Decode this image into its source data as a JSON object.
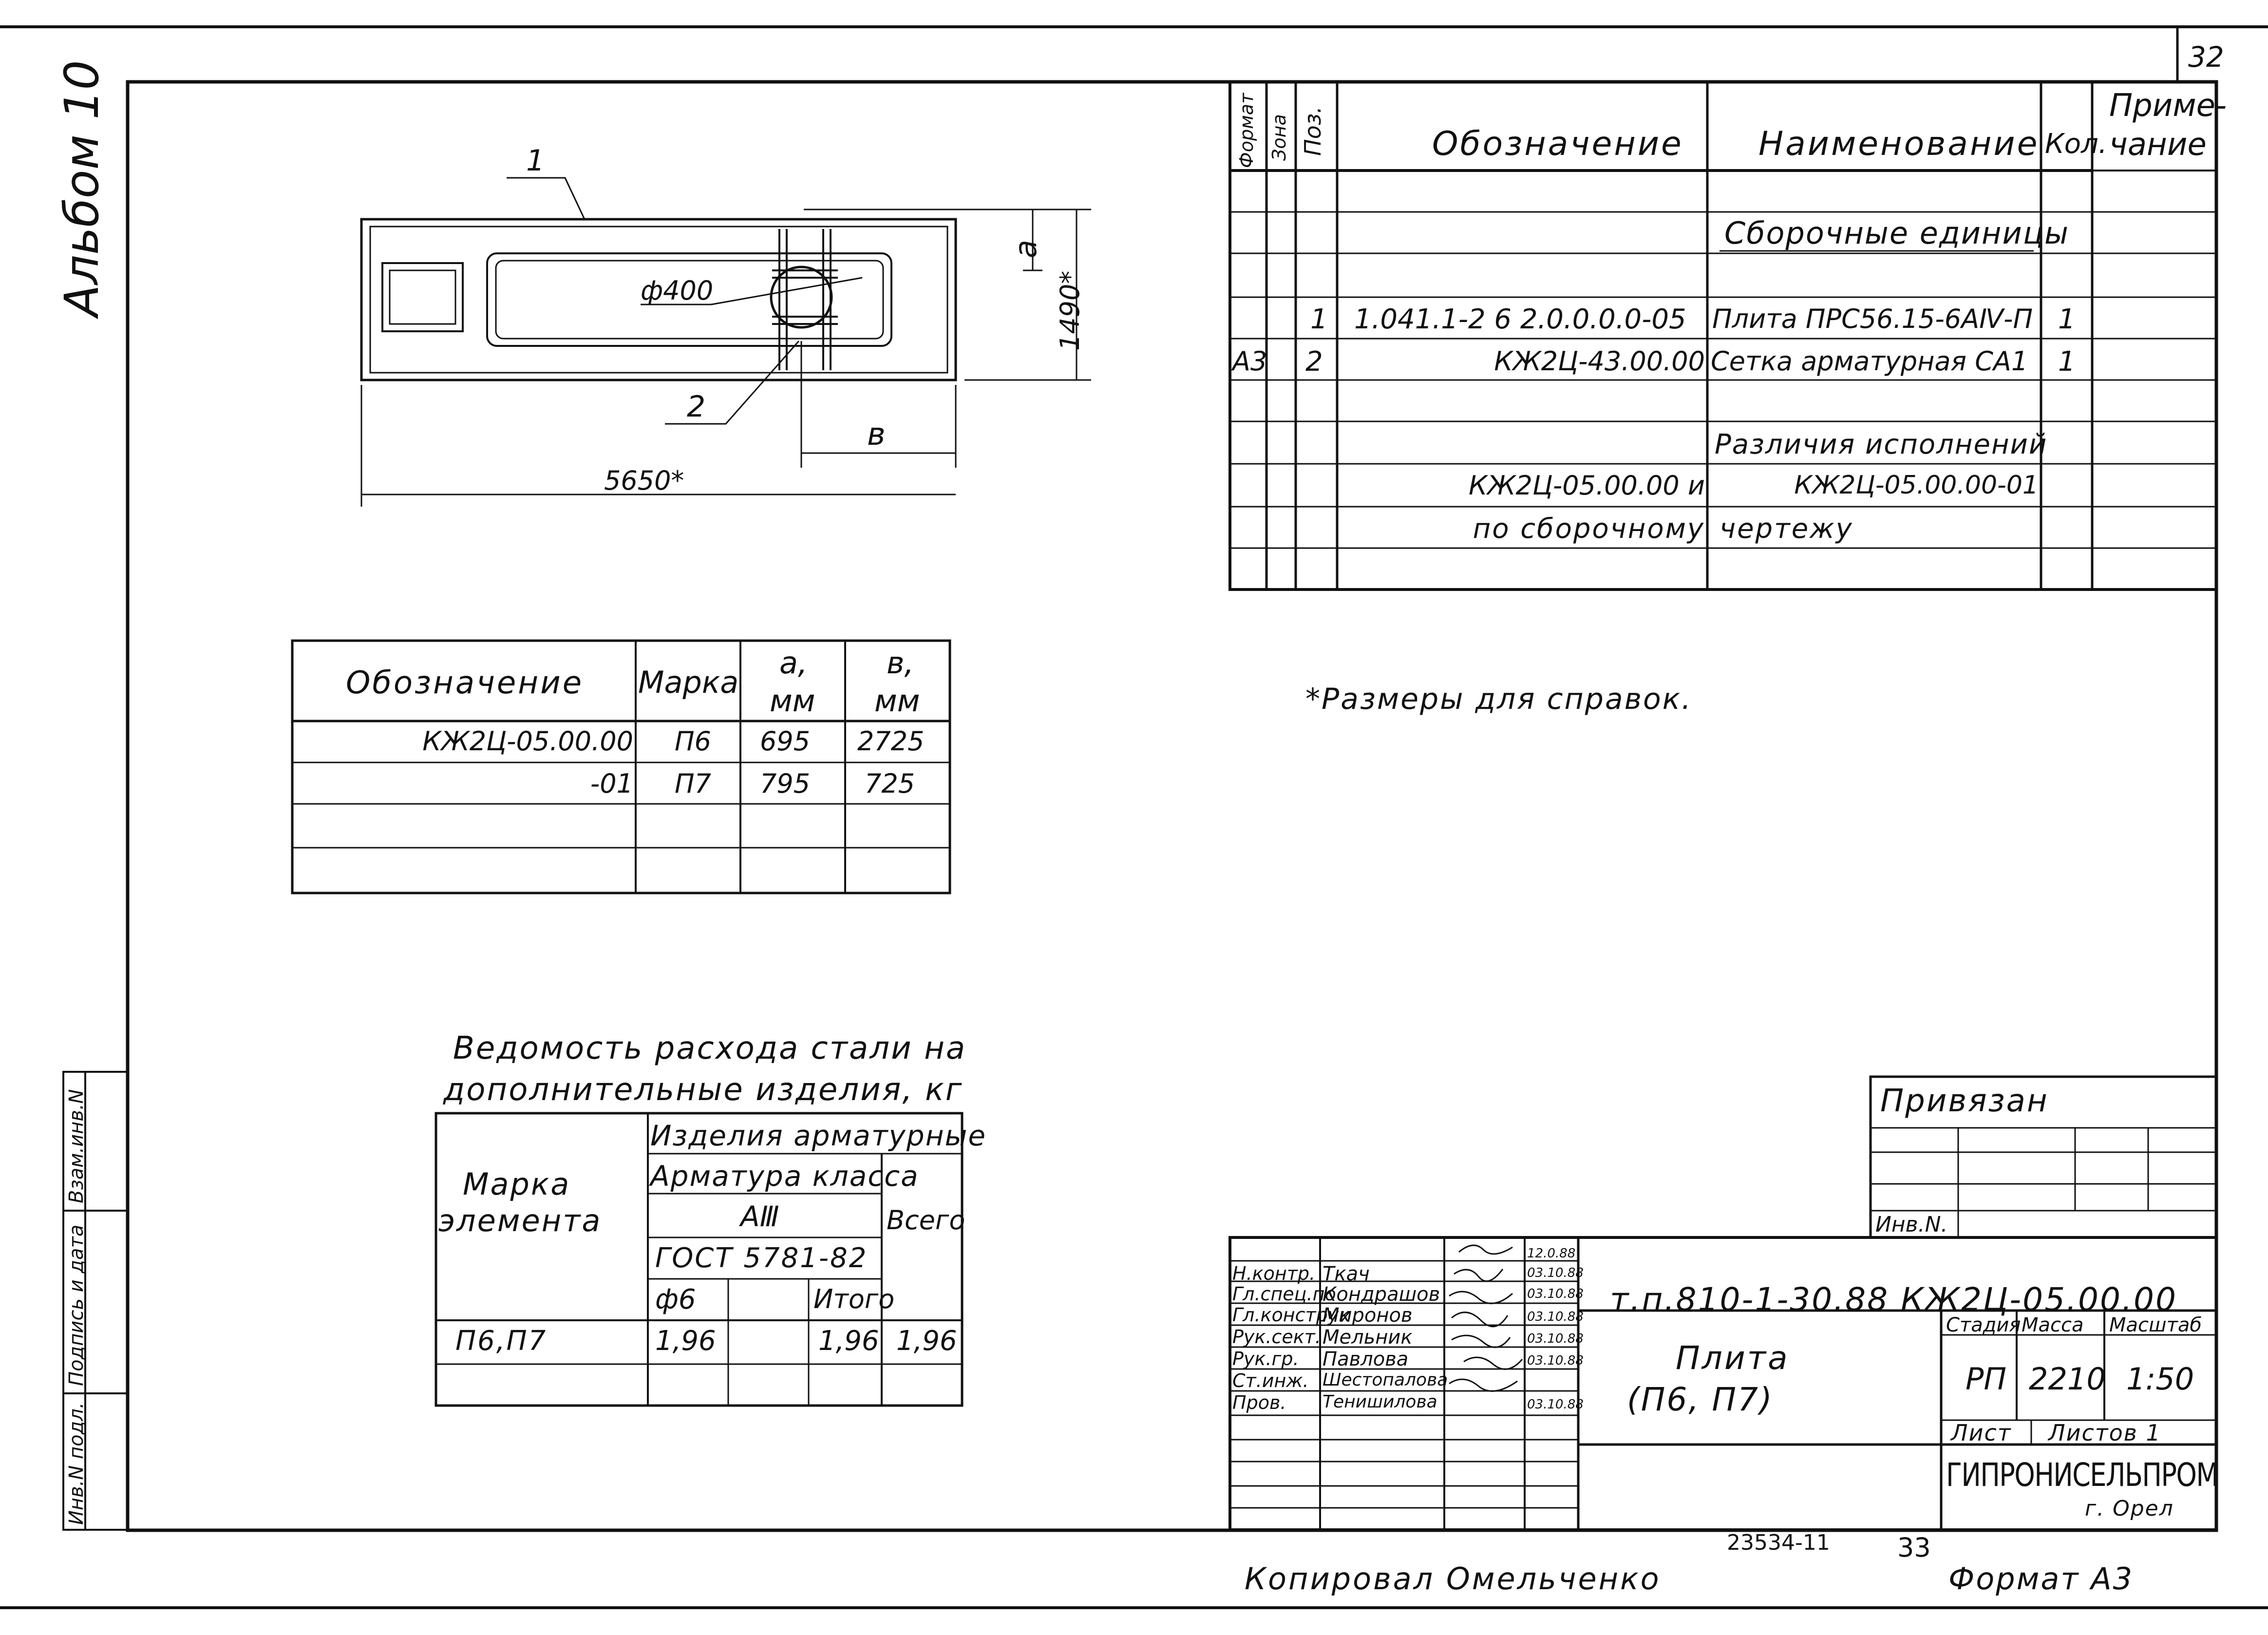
{
  "page_number": "32",
  "album": "Альбом 10",
  "spec": {
    "headers": {
      "format": "Формат",
      "zone": "Зона",
      "pos": "Поз.",
      "designation": "Обозначение",
      "name": "Наименование",
      "qty": "Кол.",
      "note_l1": "Приме-",
      "note_l2": "чание"
    },
    "section_title": "Сборочные единицы",
    "rows": [
      {
        "format": "",
        "pos": "1",
        "designation": "1.041.1-2 6 2.0.0.0.0-05",
        "name": "Плита ПРС56.15-6АⅣ-П",
        "qty": "1"
      },
      {
        "format": "А3",
        "pos": "2",
        "designation": "КЖ2Ц-43.00.00",
        "name": "Сетка арматурная СА1",
        "qty": "1"
      }
    ],
    "variants_title": "Различия исполнений",
    "variants_l1_left": "КЖ2Ц-05.00.00 и",
    "variants_l1_right": "КЖ2Ц-05.00.00-01",
    "variants_l2_left": "по сборочному",
    "variants_l2_right": "чертежу"
  },
  "drawing": {
    "label1": "1",
    "label2": "2",
    "dia": "ф400",
    "dim_a": "а",
    "dim_b": "в",
    "dim_len": "5650*",
    "dim_h": "1490*"
  },
  "marks_table": {
    "headers": {
      "designation": "Обозначение",
      "mark": "Марка",
      "a1": "а,",
      "a2": "мм",
      "b1": "в,",
      "b2": "мм"
    },
    "rows": [
      {
        "designation": "КЖ2Ц-05.00.00",
        "mark": "П6",
        "a": "695",
        "b": "2725"
      },
      {
        "designation": "-01",
        "mark": "П7",
        "a": "795",
        "b": "725"
      }
    ]
  },
  "note": "*Размеры для справок.",
  "steel": {
    "title_l1": "Ведомость расхода стали на",
    "title_l2": "дополнительные изделия, кг",
    "h_mark_l1": "Марка",
    "h_mark_l2": "элемента",
    "h_products": "Изделия арматурные",
    "h_class": "Арматура класса",
    "h_a3": "АⅢ",
    "h_gost": "ГОСТ 5781-82",
    "h_d6": "ф6",
    "h_total_sub": "Итого",
    "h_total": "Всего",
    "row": {
      "mark": "П6,П7",
      "d6": "1,96",
      "sub": "1,96",
      "total": "1,96"
    }
  },
  "side_stamp": [
    "Инв.N подл.",
    "Подпись и дата",
    "Взам.инв.N"
  ],
  "privyazan": "Привязан",
  "inv_n": "Инв.N.",
  "title_block": {
    "roles": [
      "Н.контр.",
      "Гл.спец.по",
      "Гл.конструк",
      "Рук.сект.",
      "Рук.гр.",
      "Ст.инж.",
      "Пров."
    ],
    "names": [
      "Ткач",
      "Кондрашов",
      "Миронов",
      "Мельник",
      "Павлова",
      "Шестопалова",
      "Тенишилова"
    ],
    "dates": [
      "12.0.88",
      "03.10.88",
      "03.10.88",
      "03.10.88",
      "03.10.88",
      "03.10.88",
      "03.10.88"
    ],
    "code": "т.п.810-1-30.88 КЖ2Ц-05.00.00",
    "item_l1": "Плита",
    "item_l2": "(П6, П7)",
    "stage_h": "Стадия",
    "mass_h": "Масса",
    "scale_h": "Масштаб",
    "stage": "РП",
    "mass": "2210",
    "scale": "1:50",
    "sheet": "Лист",
    "sheets": "Листов 1",
    "org_l1": "ГИПРОНИСЕЛЬПРОМ",
    "org_l2": "г. Орел"
  },
  "bottom": {
    "num1": "23534-11",
    "num2": "33",
    "copied": "Копировал Омельченко",
    "format": "Формат А3"
  }
}
